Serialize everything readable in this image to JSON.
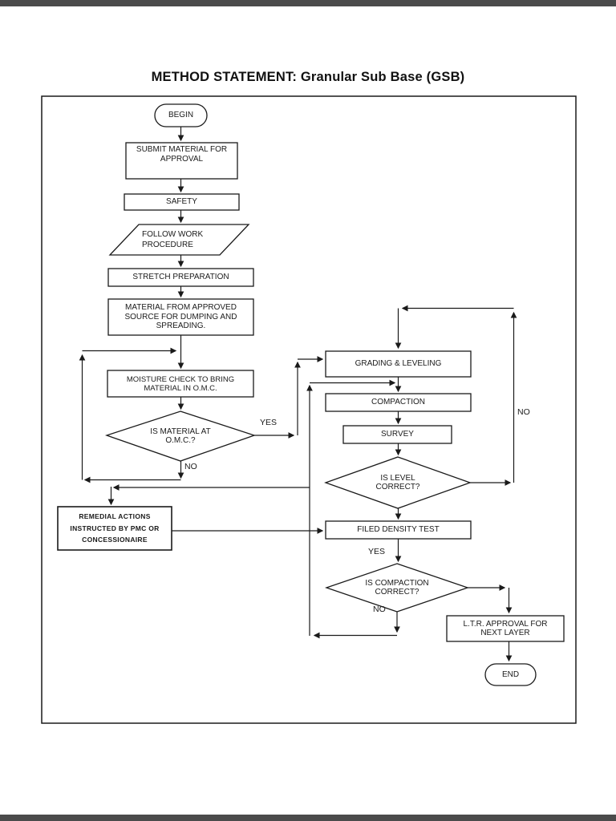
{
  "page": {
    "title": "METHOD STATEMENT: Granular Sub Base (GSB)"
  },
  "flowchart": {
    "nodes": {
      "begin": "BEGIN",
      "submit": "SUBMIT MATERIAL FOR\nAPPROVAL",
      "safety": "SAFETY",
      "follow_work": "FOLLOW WORK\nPROCEDURE",
      "stretch": "STRETCH PREPARATION",
      "material_source": "MATERIAL FROM APPROVED\nSOURCE FOR DUMPING AND\nSPREADING.",
      "moisture_check": "MOISTURE  CHECK TO BRING\nMATERIAL IN O.M.C.",
      "omc_decision": "IS MATERIAL AT\nO.M.C.?",
      "remedial": "REMEDIAL ACTIONS\nINSTRUCTED BY PMC OR\nCONCESSIONAIRE",
      "grading": "GRADING & LEVELING",
      "compaction": "COMPACTION",
      "survey": "SURVEY",
      "level_decision": "IS LEVEL\nCORRECT?",
      "density_test": "FILED DENSITY TEST",
      "compaction_decision": "IS COMPACTION\nCORRECT?",
      "ltr_approval": "L.T.R. APPROVAL FOR\nNEXT LAYER",
      "end": "END"
    },
    "edge_labels": {
      "omc_yes": "YES",
      "omc_no": "NO",
      "level_no": "NO",
      "density_yes": "YES",
      "compaction_no": "NO"
    }
  }
}
